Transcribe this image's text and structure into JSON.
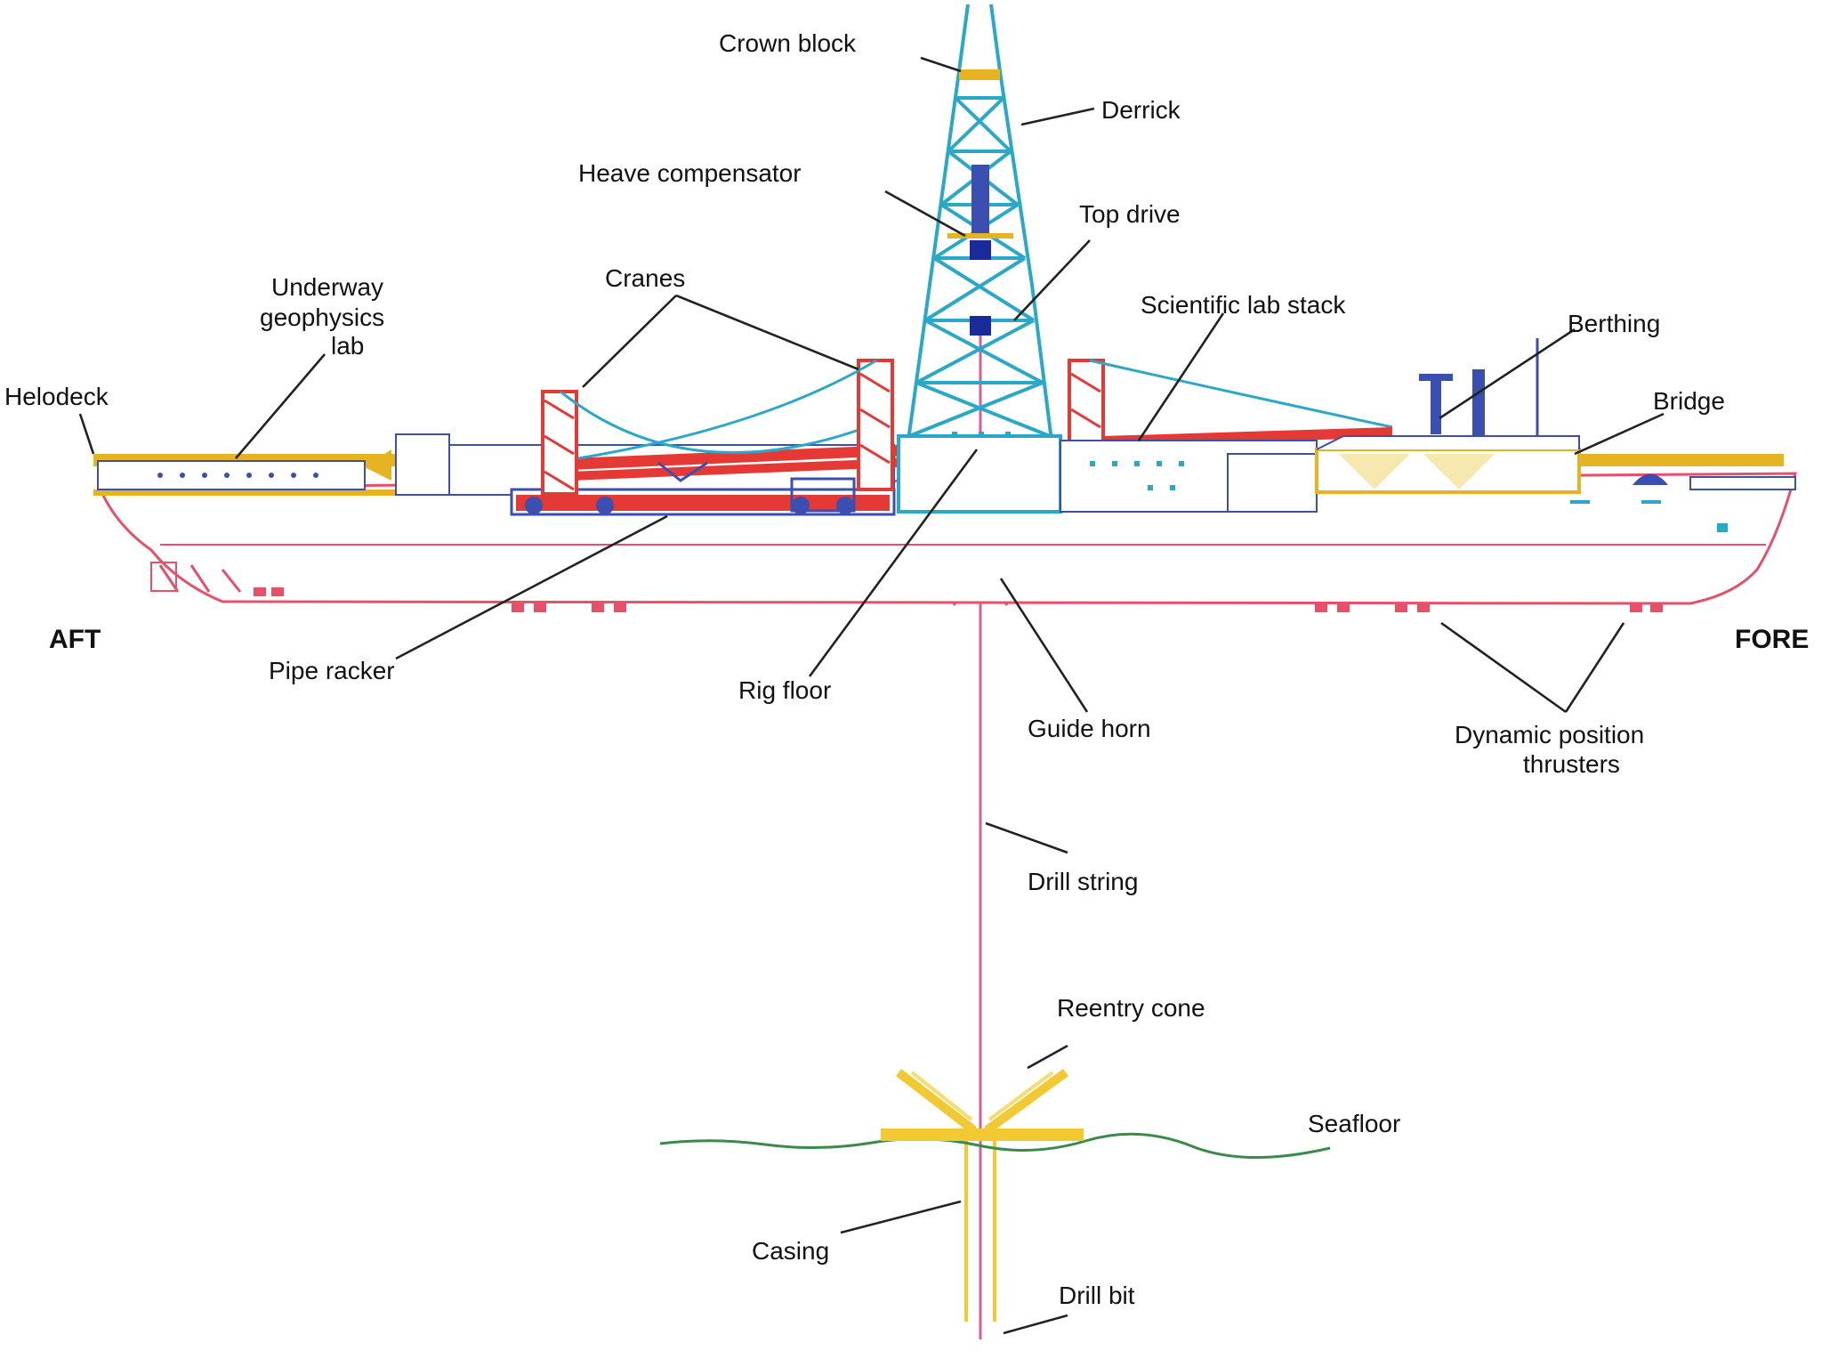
{
  "diagram": {
    "labels": {
      "crown_block": "Crown block",
      "derrick": "Derrick",
      "heave_compensator": "Heave compensator",
      "top_drive": "Top drive",
      "underway_lab_line1": "Underway",
      "underway_lab_line2": "geophysics",
      "underway_lab_line3": "lab",
      "cranes": "Cranes",
      "scientific_lab_stack": "Scientific lab stack",
      "berthing": "Berthing",
      "helideck": "Helodeck",
      "bridge": "Bridge",
      "aft": "AFT",
      "fore": "FORE",
      "pipe_racker": "Pipe racker",
      "rig_floor": "Rig floor",
      "guide_horn": "Guide horn",
      "thrusters_line1": "Dynamic position",
      "thrusters_line2": "thrusters",
      "drill_string": "Drill string",
      "reentry_cone": "Reentry cone",
      "seafloor": "Seafloor",
      "casing": "Casing",
      "drill_bit": "Drill bit"
    },
    "colors": {
      "hull": "#e8506a",
      "derrick": "#2aa8c8",
      "crane": "#e53935",
      "deck_trim": "#e6b422",
      "superstructure": "#3a4fb0",
      "drill_string": "#d0609a",
      "cone": "#f2c933",
      "seafloor": "#3a8a4a",
      "text": "#111111"
    }
  }
}
